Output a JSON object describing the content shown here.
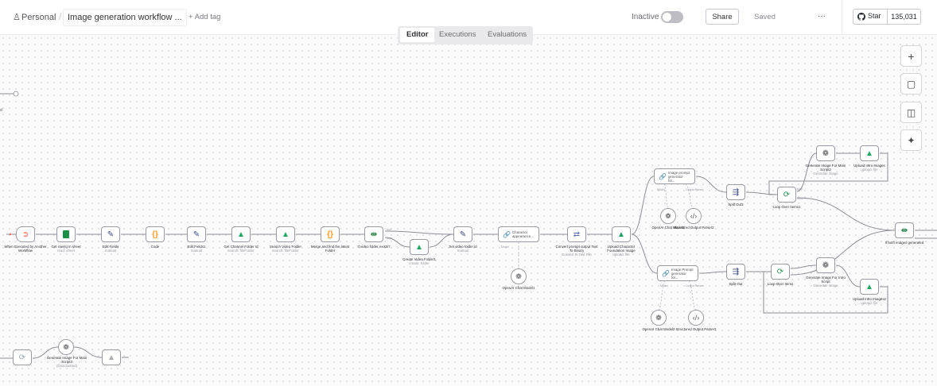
{
  "header": {
    "project": "Personal",
    "separator": "/",
    "workflow_name": "Image generation workflow ...",
    "add_tag": "+ Add tag",
    "status_label": "Inactive",
    "share_label": "Share",
    "saved_label": "Saved",
    "more_label": "···",
    "star_label": "Star",
    "star_count": "135,031"
  },
  "view_tabs": [
    "Editor",
    "Executions",
    "Evaluations"
  ],
  "active_tab": "Editor",
  "colors": {
    "accent": "#ff6d5a",
    "drive_green": "#1fa463",
    "drive_yellow": "#ffcd40",
    "drive_blue": "#4285f4",
    "sheets": "#1b8f47",
    "split": "#3b8a5a",
    "loop": "#2f8f4e"
  },
  "canvas_controls": [
    {
      "name": "zoom-in-button",
      "icon": "plus-icon",
      "glyph": "+"
    },
    {
      "name": "add-sticky-note-button",
      "icon": "note-icon",
      "glyph": "▢"
    },
    {
      "name": "toggle-panel-button",
      "icon": "panel-icon",
      "glyph": "◫"
    },
    {
      "name": "ai-assistant-button",
      "icon": "sparkle-icon",
      "glyph": "✦"
    }
  ],
  "nodes": {
    "trigger": {
      "title": "When Executed by Another Workflow",
      "sub": ""
    },
    "sheets": {
      "title": "Get row(s) in sheet",
      "sub": "read: sheet"
    },
    "edit1": {
      "title": "Edit Fields",
      "sub": "manual"
    },
    "code1": {
      "title": "Code",
      "sub": ""
    },
    "edit2": {
      "title": "Edit Fields1",
      "sub": "manual"
    },
    "drive1": {
      "title": "Get Channel Folder Id",
      "sub": "search: fileFolder"
    },
    "drive2": {
      "title": "Search Video Folder",
      "sub": "search: fileFolder"
    },
    "code2": {
      "title": "Merge and find the latest Folder",
      "sub": ""
    },
    "ifnode": {
      "title": "If video folder exists?",
      "sub": ""
    },
    "drive3": {
      "title": "Create Video Folder1",
      "sub": "create: folder"
    },
    "edit3": {
      "title": "Set video folder id",
      "sub": "manual"
    },
    "chain1": {
      "title": "Character appearance...",
      "sub": ""
    },
    "convert": {
      "title": "Convert prompt output Text To Binary",
      "sub": "Convert to Text File"
    },
    "drive4": {
      "title": "Upload Character Foundation Image",
      "sub": "upload: file"
    },
    "chain2": {
      "title": "Image prompt generator for...",
      "sub": ""
    },
    "chain3": {
      "title": "Image Prompt generator for...",
      "sub": ""
    },
    "split1": {
      "title": "Split Out2",
      "sub": ""
    },
    "split2": {
      "title": "Split Out",
      "sub": ""
    },
    "loop1": {
      "title": "Loop Over Items1",
      "sub": ""
    },
    "loop2": {
      "title": "Loop Over Items",
      "sub": ""
    },
    "openai1": {
      "title": "Generate Image For Main Script2",
      "sub": "Generate image"
    },
    "openai2": {
      "title": "Generate Image For Intro Script",
      "sub": "Generate image"
    },
    "drive5": {
      "title": "Upload Intro Images",
      "sub": "upload: file"
    },
    "drive6": {
      "title": "Upload Intro Images2",
      "sub": "upload: file"
    },
    "ifall": {
      "title": "If both images generated",
      "sub": ""
    },
    "model1": {
      "title": "OpenAI Chat Model1",
      "sub": ""
    },
    "model2": {
      "title": "OpenAI Chat Model3",
      "sub": ""
    },
    "model3": {
      "title": "OpenAI Chat Model2",
      "sub": ""
    },
    "parser1": {
      "title": "Structured Output Parser2",
      "sub": ""
    },
    "parser2": {
      "title": "Structured Output Parser1",
      "sub": ""
    },
    "openai3": {
      "title": "Generate Image For Main Script3",
      "sub": "(Deactivated)"
    }
  },
  "wire_labels": {
    "model": "Model",
    "parser": "Output Parser",
    "loop": "loop",
    "done": "done",
    "true": "true",
    "false": "false",
    "chat_model": "Chat Model",
    "left_marker": "d"
  }
}
